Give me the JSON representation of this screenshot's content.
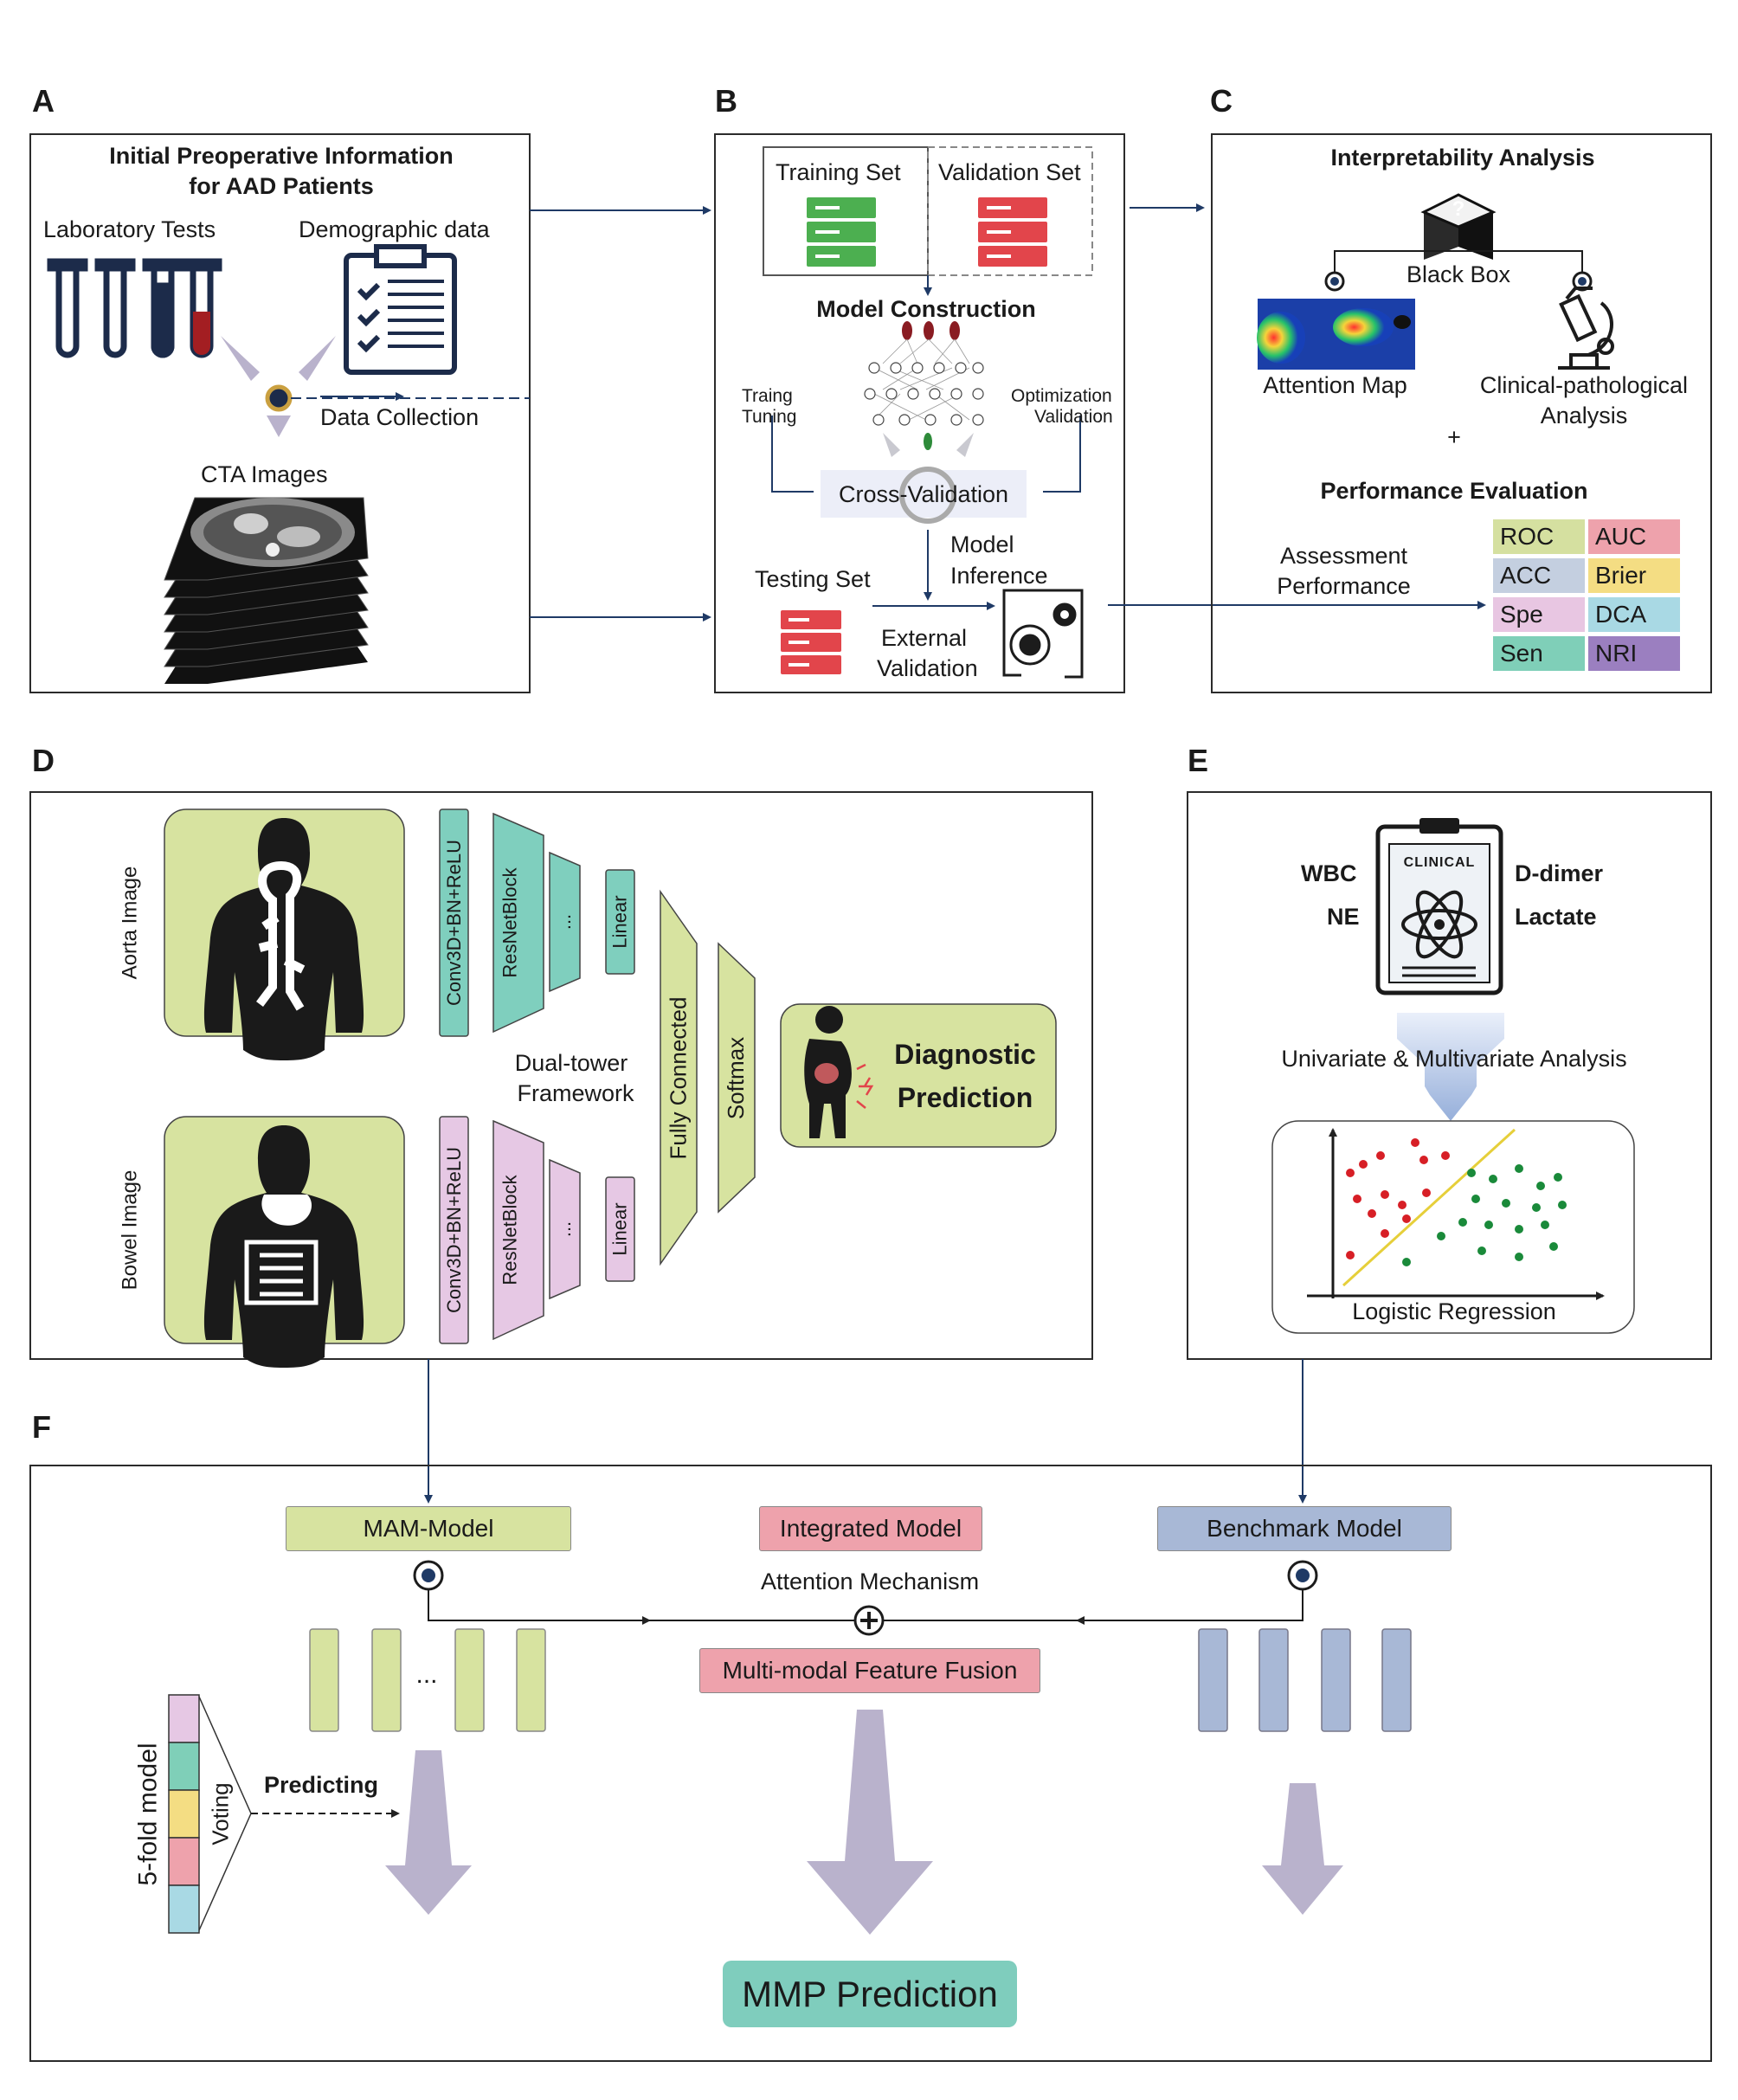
{
  "panels": {
    "A": "A",
    "B": "B",
    "C": "C",
    "D": "D",
    "E": "E",
    "F": "F"
  },
  "colors": {
    "green_block": "#d7e3a0",
    "teal_block": "#7fcfbe",
    "pink_block": "#e6c8e4",
    "blue_block": "#a8b8d6",
    "red_server": "#e2454b",
    "green_server": "#4caf50",
    "arrow": "#1f3a66",
    "mmp": "#7fcdbd"
  },
  "panel_a": {
    "title_line1": "Initial Preoperative Information",
    "title_line2": "for AAD Patients",
    "lab_tests": "Laboratory Tests",
    "demographic": "Demographic data",
    "data_collection": "Data Collection",
    "cta_images": "CTA Images"
  },
  "panel_b": {
    "training_set": "Training Set",
    "validation_set": "Validation Set",
    "model_construction": "Model Construction",
    "traing": "Traing",
    "tuning": "Tuning",
    "optimization": "Optimization",
    "validation": "Validation",
    "cross_validation": "Cross-Validation",
    "testing_set": "Testing Set",
    "model": "Model",
    "inference": "Inference",
    "external": "External",
    "external_validation": "Validation"
  },
  "panel_c": {
    "title": "Interpretability Analysis",
    "black_box": "Black Box",
    "black_box_q": "?",
    "attention_map": "Attention Map",
    "clinical_line1": "Clinical-pathological",
    "clinical_line2": "Analysis",
    "plus": "+",
    "performance_eval": "Performance Evaluation",
    "assessment": "Assessment",
    "performance": "Performance",
    "metrics": [
      {
        "label": "ROC",
        "color": "#d5e0a0"
      },
      {
        "label": "AUC",
        "color": "#eea2ac"
      },
      {
        "label": "ACC",
        "color": "#c4cfe0"
      },
      {
        "label": "Brier",
        "color": "#f4dd83"
      },
      {
        "label": "Spe",
        "color": "#e8c6e2"
      },
      {
        "label": "DCA",
        "color": "#a9d9e4"
      },
      {
        "label": "Sen",
        "color": "#7fcfb8"
      },
      {
        "label": "NRI",
        "color": "#9b7fc0"
      }
    ]
  },
  "panel_d": {
    "aorta_image": "Aorta Image",
    "bowel_image": "Bowel Image",
    "conv": "Conv3D+BN+ReLU",
    "resnet": "ResNetBlock",
    "dots": "...",
    "linear": "Linear",
    "dual_line1": "Dual-tower",
    "dual_line2": "Framework",
    "fully_connected": "Fully Connected",
    "softmax": "Softmax",
    "diag_line1": "Diagnostic",
    "diag_line2": "Prediction"
  },
  "panel_e": {
    "wbc": "WBC",
    "ne": "NE",
    "ddimer": "D-dimer",
    "lactate": "Lactate",
    "clinical_stamp": "CLINICAL",
    "analysis": "Univariate & Multivariate Analysis",
    "logistic": "Logistic Regression"
  },
  "panel_f": {
    "mam_model": "MAM-Model",
    "integrated_model": "Integrated Model",
    "benchmark_model": "Benchmark Model",
    "attention_mechanism": "Attention Mechanism",
    "fusion": "Multi-modal Feature Fusion",
    "dots": "...",
    "five_fold": "5-fold model",
    "voting": "Voting",
    "predicting": "Predicting",
    "mmp_prediction": "MMP Prediction"
  }
}
